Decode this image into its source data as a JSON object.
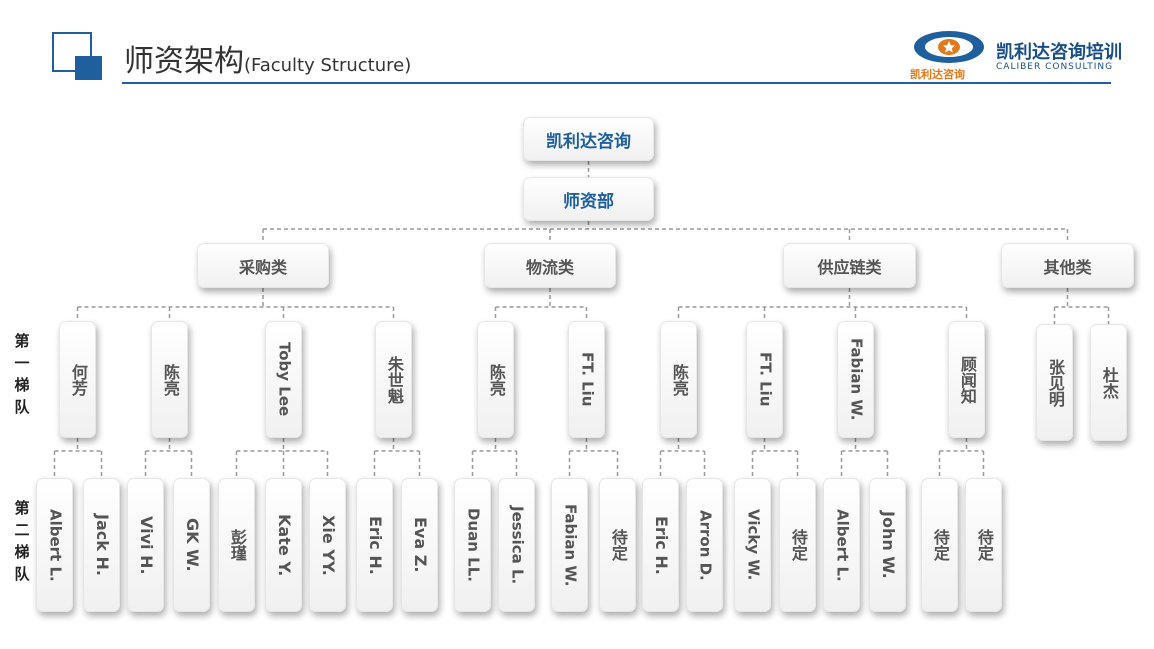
{
  "header": {
    "title_cn": "师资架构",
    "title_en": "(Faculty Structure)",
    "logo_mark_text": "凯利达咨询",
    "logo_name": "凯利达咨询培训",
    "logo_sub": "CALIBER   CONSULTING",
    "accent_color": "#1f5f9e",
    "logo_orange": "#e07a1d"
  },
  "tier_labels": {
    "first": "第一梯队",
    "second": "第二梯队"
  },
  "org": {
    "root": "凯利达咨询",
    "department": "师资部",
    "categories": [
      {
        "name": "采购类",
        "tier1": [
          {
            "name": "何芳",
            "tier2": [
              "Albert L.",
              "Jack H."
            ]
          },
          {
            "name": "陈亮",
            "tier2": [
              "Vivi H.",
              "GK W."
            ]
          },
          {
            "name": "Toby Lee",
            "tier2": [
              "彭瑾",
              "Kate Y.",
              "Xie YY."
            ]
          },
          {
            "name": "朱世魁",
            "tier2": [
              "Eric H.",
              "Eva Z."
            ]
          }
        ]
      },
      {
        "name": "物流类",
        "tier1": [
          {
            "name": "陈亮",
            "tier2": [
              "Duan LL.",
              "Jessica L."
            ]
          },
          {
            "name": "FT. Liu",
            "tier2": [
              "Fabian W.",
              "待定"
            ]
          }
        ]
      },
      {
        "name": "供应链类",
        "tier1": [
          {
            "name": "陈亮",
            "tier2": [
              "Eric H.",
              "Arron D."
            ]
          },
          {
            "name": "FT. Liu",
            "tier2": [
              "Vicky W.",
              "待定"
            ]
          },
          {
            "name": "Fabian W.",
            "tier2": [
              "Albert L.",
              "John W."
            ]
          },
          {
            "name": "顾闻知",
            "tier2": [
              "待定",
              "待定"
            ]
          }
        ]
      },
      {
        "name": "其他类",
        "tier1": [
          {
            "name": "张见明",
            "tier2": []
          },
          {
            "name": "杜杰",
            "tier2": []
          }
        ]
      }
    ]
  }
}
